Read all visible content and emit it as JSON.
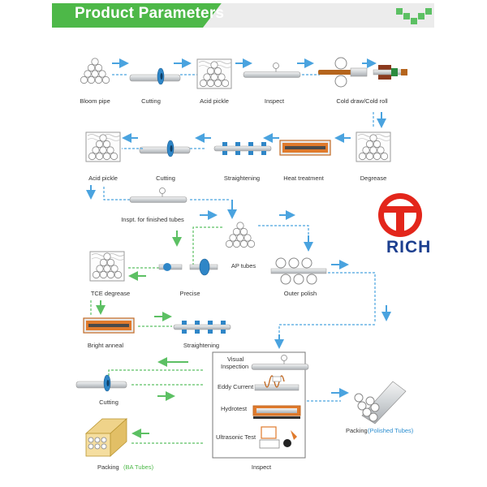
{
  "header": {
    "title": "Product Parameters"
  },
  "logo": {
    "text": "RICH",
    "letter": "T",
    "ring_color": "#e3261b",
    "text_color": "#1c3f8f"
  },
  "colors": {
    "blue_arrow": "#4aa3df",
    "green_arrow": "#5cc063",
    "brand_green": "#4db848"
  },
  "steps": {
    "bloom_pipe": "Bloom pipe",
    "cutting_1": "Cutting",
    "acid_pickle_1": "Acid pickle",
    "inspect_1": "Inspect",
    "cold_draw": "Cold draw/Cold roll",
    "degrease": "Degrease",
    "heat_treatment": "Heat treatment",
    "straightening_1": "Straightening",
    "cutting_2": "Cutting",
    "acid_pickle_2": "Acid pickle",
    "inspt_finished": "Inspt. for finished tubes",
    "ap_tubes": "AP tubes",
    "tce_degrease": "TCE degrease",
    "precise": "Precise",
    "outer_polish": "Outer polish",
    "bright_anneal": "Bright anneal",
    "straightening_2": "Straightening",
    "cutting_3": "Cutting",
    "inspect_2": "Inspect",
    "packing_polished": "Packing",
    "packing_polished_note": "(Polished Tubes)",
    "packing_ba": "Packing",
    "packing_ba_note": "(BA Tubes)"
  },
  "inspect_box": {
    "visual": "Visual\nInspection",
    "eddy": "Eddy Current",
    "hydro": "Hydrotest",
    "ultra": "Ultrasonic Test"
  }
}
